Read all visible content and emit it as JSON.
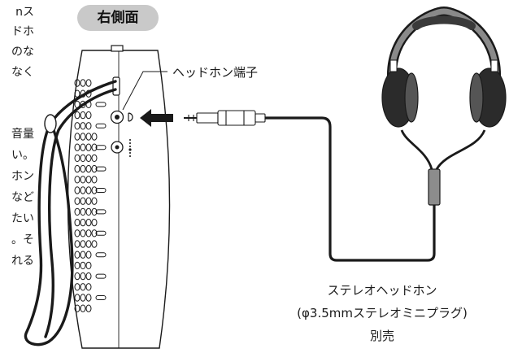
{
  "figure": {
    "side_label": "右側面",
    "callout_label": "ヘッドホン端子",
    "caption": {
      "line1": "ステレオヘッドホン",
      "line2": "(φ3.5mmステレオミニプラグ)",
      "line3": "別売"
    },
    "cut_text_lines": [
      "nス",
      "ドホ",
      "のな",
      "なく",
      "",
      "音量",
      "い。",
      "ホン",
      "など",
      "たい",
      "。そ",
      "れる"
    ]
  },
  "colors": {
    "line": "#1a1a1a",
    "label_bg": "#c9c9c9",
    "headphone_dark": "#2b2b2b",
    "headband_gray": "#8a8a8a"
  },
  "icons": {
    "arrow": "insert-arrow-icon",
    "jack": "headphone-jack-icon"
  }
}
